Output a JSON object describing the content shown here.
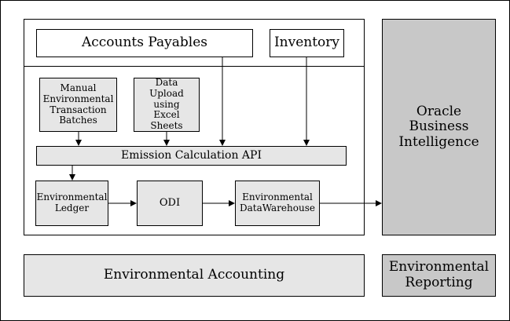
{
  "diagram": {
    "accounts_payables": "Accounts Payables",
    "inventory": "Inventory",
    "manual_batches": "Manual Environmental Transaction Batches",
    "data_upload": "Data Upload using Excel Sheets",
    "emission_api": "Emission Calculation API",
    "environmental_ledger": "Environmental Ledger",
    "odi": "ODI",
    "data_warehouse": "Environmental DataWarehouse",
    "oracle_bi": "Oracle Business Intelligence",
    "environmental_accounting": "Environmental Accounting",
    "environmental_reporting": "Environmental Reporting"
  },
  "colors": {
    "light_fill": "#e6e6e6",
    "dark_fill": "#c8c8c8",
    "line": "#000000"
  }
}
